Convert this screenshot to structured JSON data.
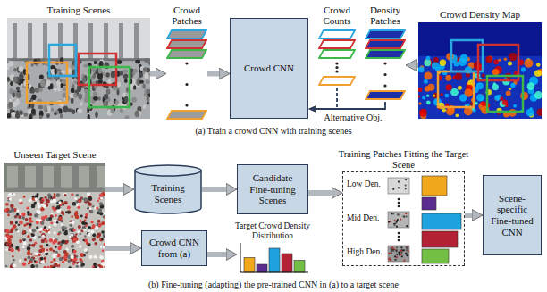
{
  "diagram": {
    "nodes": [
      {
        "text": [
          "Training Scenes"
        ]
      },
      {
        "text": [
          "Crowd Patches"
        ]
      },
      {
        "text": [
          "Crowd CNN"
        ]
      },
      {
        "text": [
          "Crowd Counts"
        ]
      },
      {
        "text": [
          "Density Patches"
        ]
      },
      {
        "text": [
          "Crowd Density Map"
        ]
      },
      {
        "text": [
          "Unseen Target Scene"
        ]
      },
      {
        "text": [
          "Training Scenes"
        ]
      },
      {
        "text": [
          "Candidate Fine-tuning Scenes"
        ]
      },
      {
        "text": [
          "Training Patches Fitting the Target Scene",
          "Low Den.",
          "Mid Den.",
          "High Den."
        ]
      },
      {
        "text": [
          "Scene-specific Fine-tuned CNN"
        ]
      },
      {
        "text": [
          "Crowd CNN from (a)"
        ]
      },
      {
        "text": [
          "Target Crowd Density Distribution"
        ]
      }
    ],
    "edges": [
      {
        "from": 0,
        "to": 1,
        "arrow": "to"
      },
      {
        "from": 1,
        "to": 2,
        "arrow": "to"
      },
      {
        "from": 5,
        "to": 4,
        "arrow": "to"
      },
      {
        "from": 3,
        "to": 2,
        "label": "Alternative Obj.",
        "arrow": "to"
      },
      {
        "from": 4,
        "to": 2,
        "arrow": "to"
      },
      {
        "from": 6,
        "to": 7,
        "arrow": "to"
      },
      {
        "from": 7,
        "to": 8,
        "arrow": "to"
      },
      {
        "from": 8,
        "to": 9,
        "arrow": "to"
      },
      {
        "from": 9,
        "to": 10,
        "arrow": "to"
      },
      {
        "from": 6,
        "to": 11,
        "arrow": "to"
      },
      {
        "from": 11,
        "to": 12,
        "arrow": "to"
      }
    ],
    "labels": [
      "(a) Train a crowd CNN with training scenes",
      "(b) Fine-tuning (adapting) the pre-trained CNN in (a) to a target scene"
    ]
  }
}
